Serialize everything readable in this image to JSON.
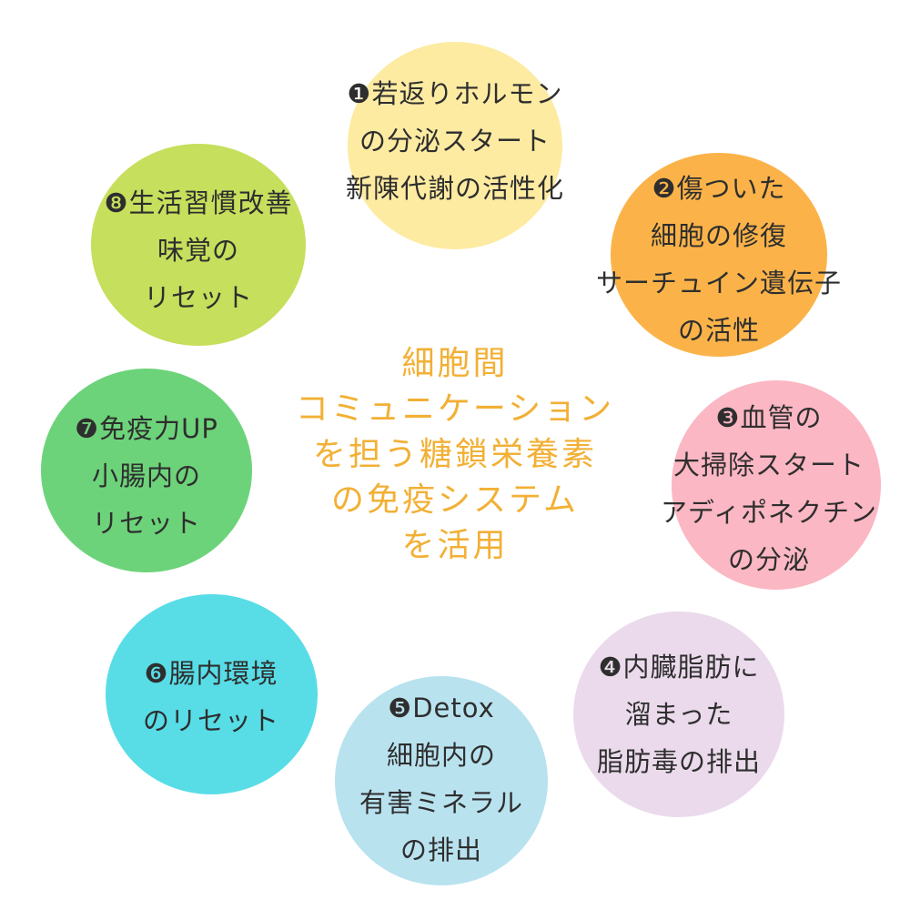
{
  "colors": {
    "circle_1": "#fdeba2",
    "circle_2": "#fbb349",
    "circle_3": "#fbb7c3",
    "circle_4": "#ebdaec",
    "circle_5": "#b9e2ef",
    "circle_6": "#58dde7",
    "circle_7": "#6dd37a",
    "circle_8": "#c6df5c",
    "center_text": "#f2b035",
    "body_text": "#2e2e2e"
  },
  "center": {
    "lines": [
      "細胞間",
      "コミュニケーション",
      "を担う糖鎖栄養素",
      "の免疫システム",
      "を活用"
    ]
  },
  "nodes": [
    {
      "id": "1",
      "lines": [
        "❶若返りホルモン",
        "の分泌スタート",
        "新陳代謝の活性化"
      ]
    },
    {
      "id": "2",
      "lines": [
        "❷傷ついた",
        "細胞の修復",
        "サーチュイン遺伝子",
        "の活性"
      ]
    },
    {
      "id": "3",
      "lines": [
        "❸血管の",
        "大掃除スタート",
        "アディポネクチン",
        "の分泌"
      ]
    },
    {
      "id": "4",
      "lines": [
        "❹内臓脂肪に",
        "溜まった",
        "脂肪毒の排出"
      ]
    },
    {
      "id": "5",
      "lines": [
        "❺Detox",
        "細胞内の",
        "有害ミネラル",
        "の排出"
      ]
    },
    {
      "id": "6",
      "lines": [
        "❻腸内環境",
        "のリセット"
      ]
    },
    {
      "id": "7",
      "lines": [
        "❼免疫力UP",
        "小腸内の",
        "リセット"
      ]
    },
    {
      "id": "8",
      "lines": [
        "❽生活習慣改善",
        "味覚の",
        "リセット"
      ]
    }
  ]
}
